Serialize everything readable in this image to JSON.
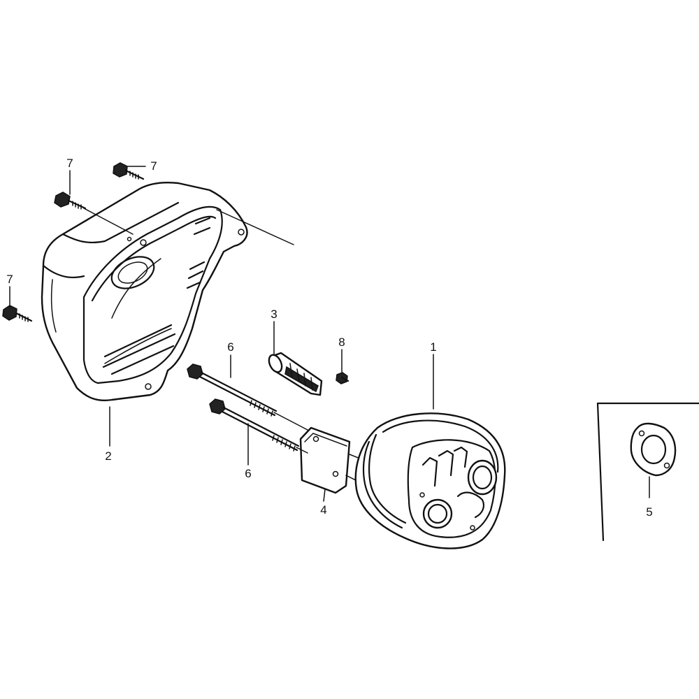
{
  "labels": {
    "muffler": "1",
    "protector": "2",
    "spark_arrester": "3",
    "gasket_plate": "4",
    "gasket_inset": "5",
    "long_bolt_upper": "6",
    "long_bolt_lower": "6",
    "flange_bolt_top_left": "7",
    "flange_bolt_top_right": "7",
    "flange_bolt_left": "7",
    "small_screw": "8"
  },
  "colors": {
    "line": "#111111",
    "background": "#ffffff"
  }
}
